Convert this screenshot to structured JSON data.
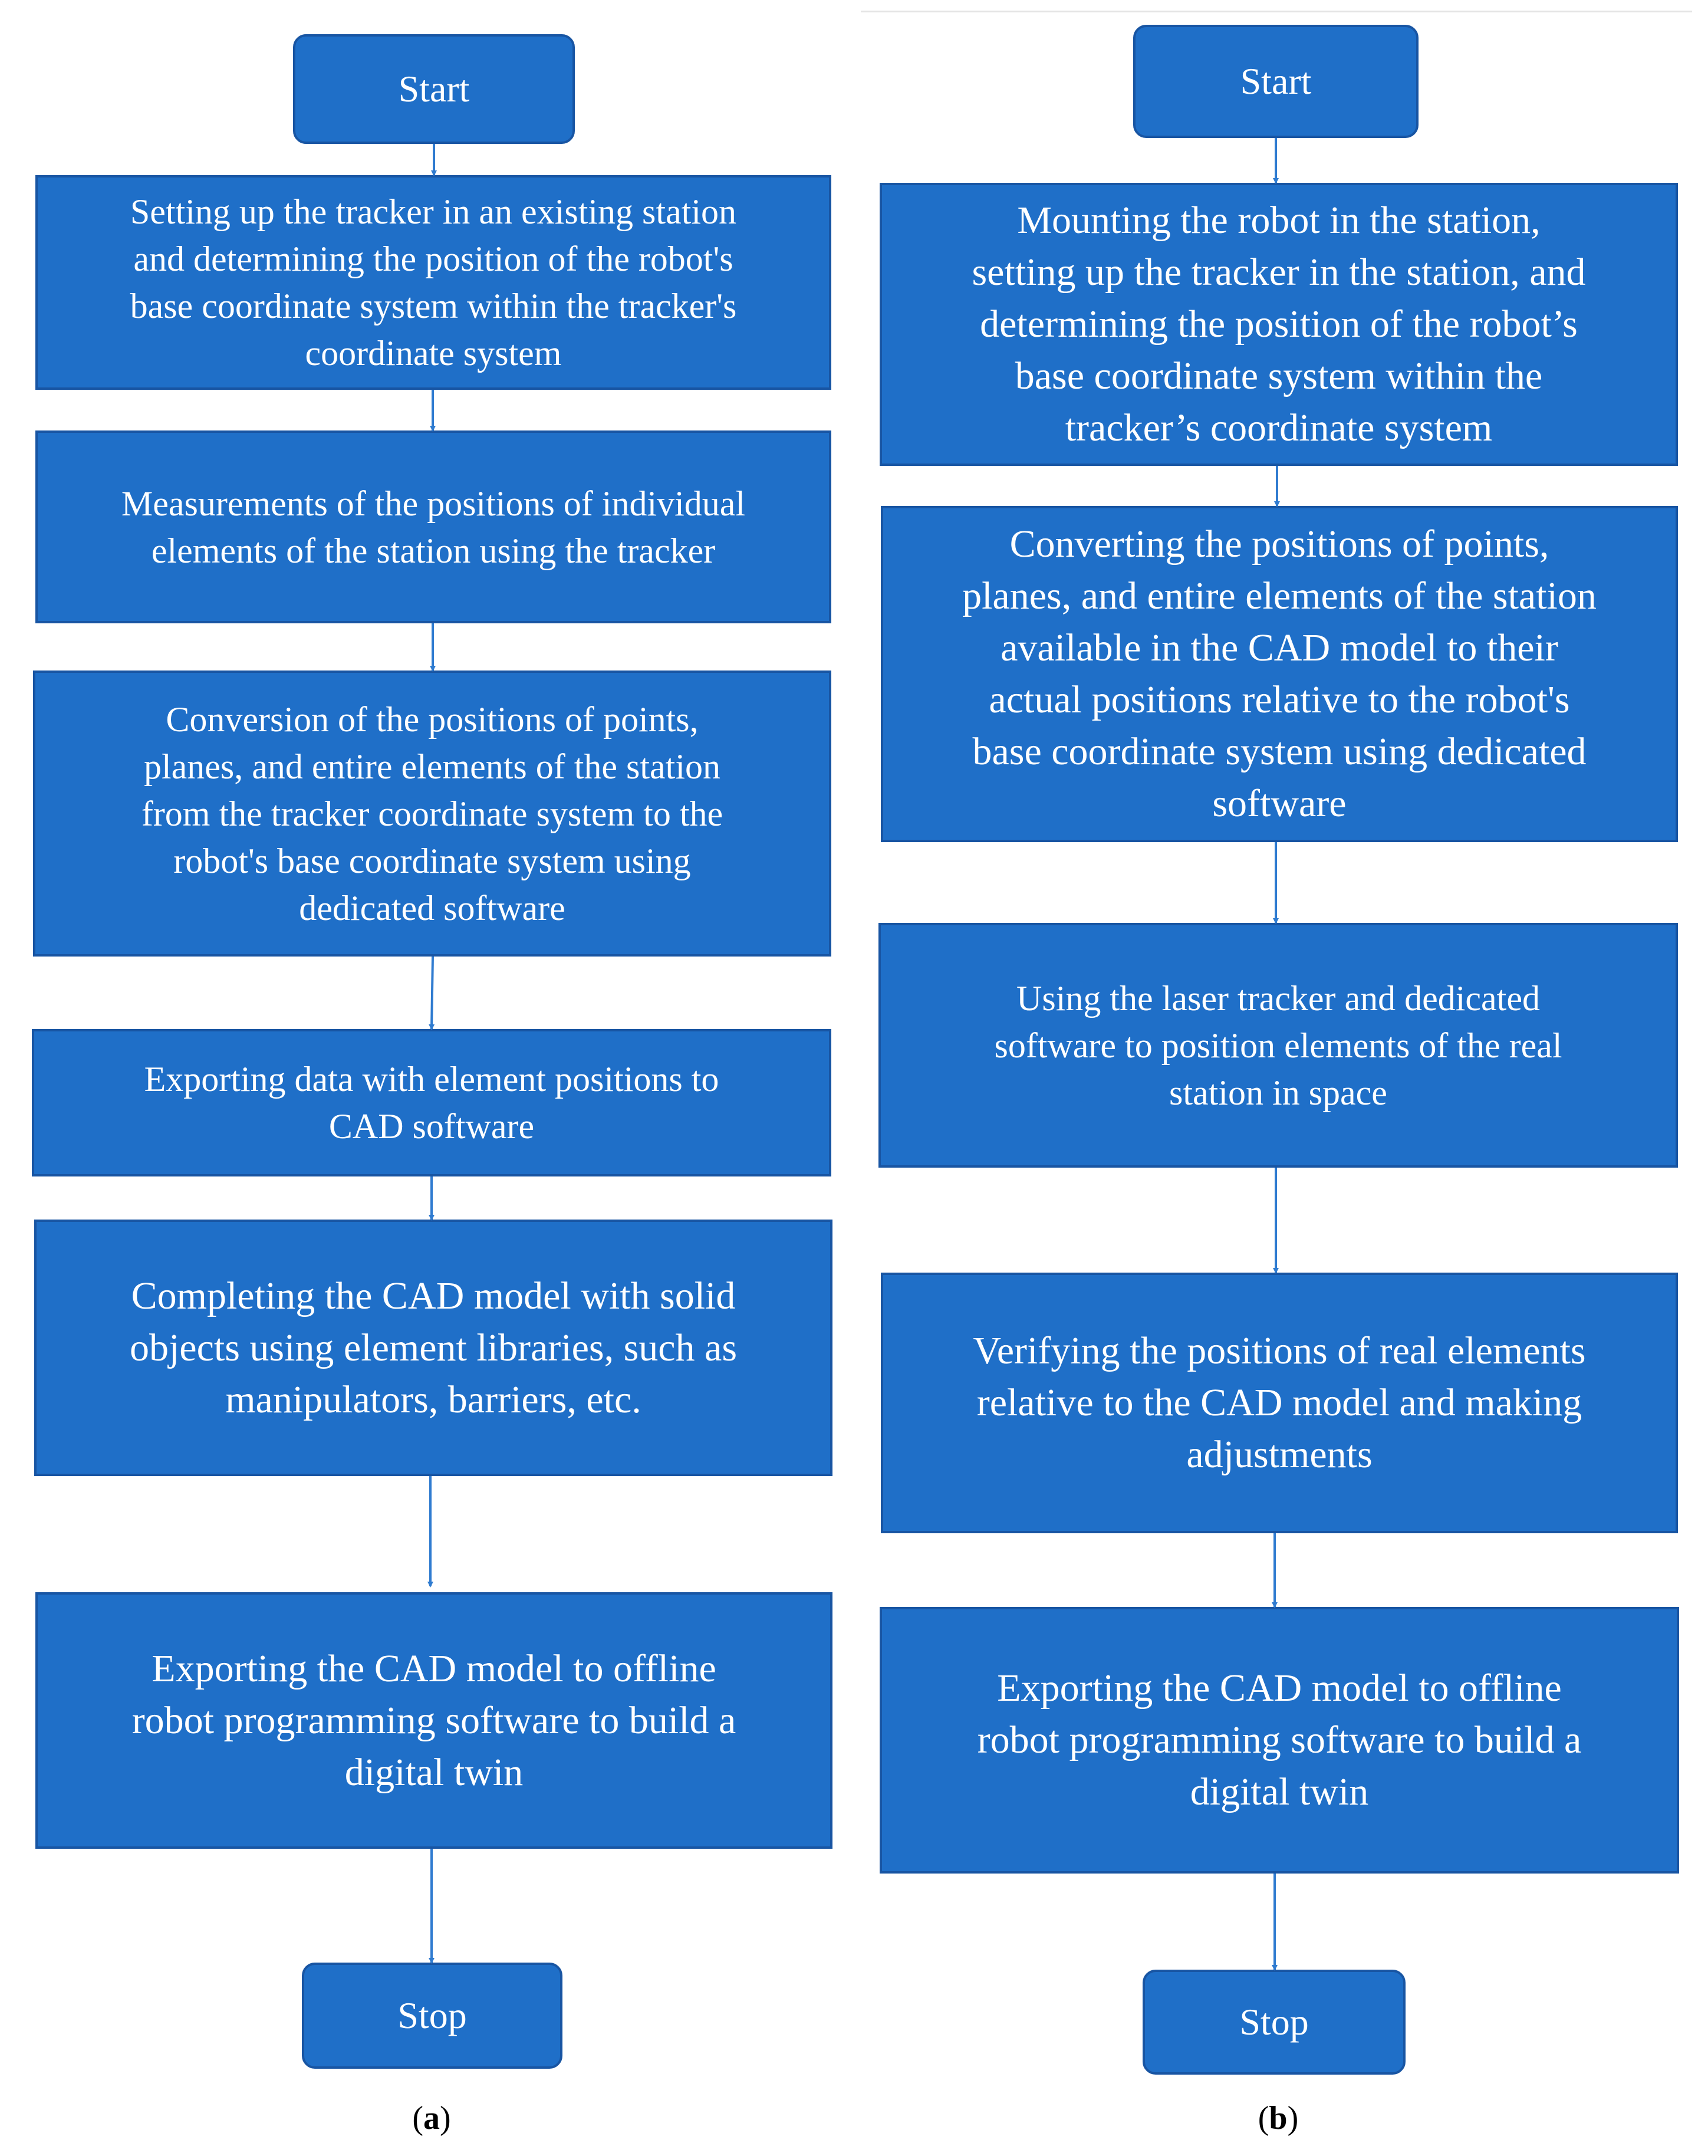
{
  "colors": {
    "box_fill": "#1f6fc8",
    "box_border": "#1855a3",
    "arrow": "#2f7bd0",
    "text": "#ffffff"
  },
  "panel_a": {
    "start": "Start",
    "steps": [
      "Setting up the tracker in an existing station\nand determining the position of the robot's\nbase coordinate system within the tracker's\ncoordinate system",
      "Measurements of the positions of individual\nelements of the station using the tracker",
      "Conversion of the positions of points,\nplanes, and entire elements of the station\nfrom the tracker coordinate system to the\nrobot's base coordinate system using\ndedicated software",
      "Exporting data with element positions to\nCAD software",
      "Completing the CAD model with solid\nobjects using element libraries, such as\nmanipulators, barriers, etc.",
      "Exporting the CAD model to offline\nrobot programming software to build a\ndigital twin"
    ],
    "stop": "Stop",
    "caption_letter": "a"
  },
  "panel_b": {
    "start": "Start",
    "steps": [
      "Mounting the robot in the station,\nsetting up the tracker in the station, and\ndetermining the position of the robot’s\nbase coordinate system within the\ntracker’s coordinate system",
      "Converting the positions of points,\nplanes, and entire elements of the station\navailable in the CAD model to their\nactual positions relative to the robot's\nbase coordinate system using dedicated\nsoftware",
      "Using the laser tracker and dedicated\nsoftware to position elements of the real\nstation in space",
      "Verifying the positions of real elements\nrelative to the CAD model and making\nadjustments",
      "Exporting the CAD model to offline\nrobot programming software to build a\ndigital twin"
    ],
    "stop": "Stop",
    "caption_letter": "b"
  }
}
